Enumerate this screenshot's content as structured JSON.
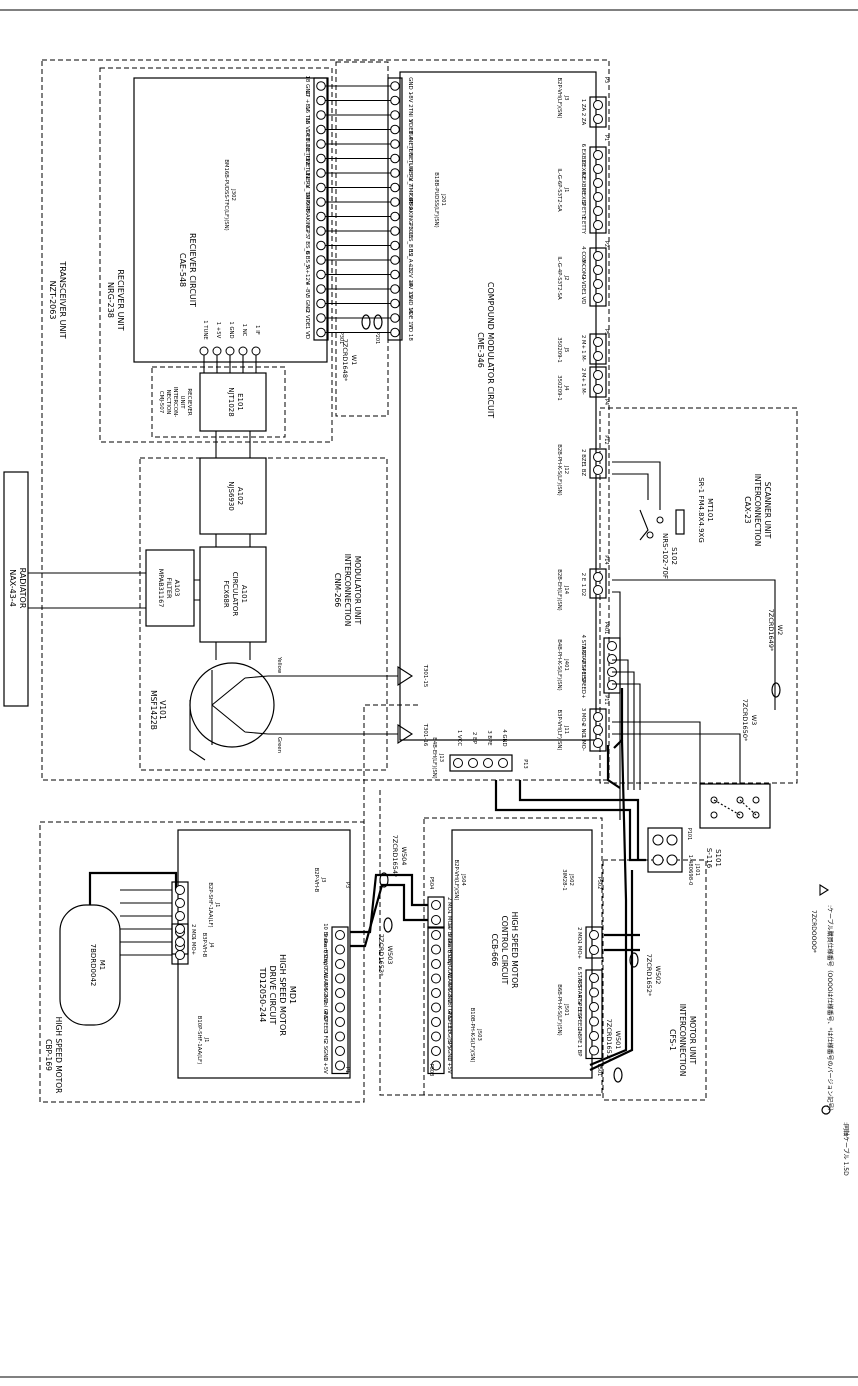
{
  "units": {
    "transceiver": [
      "TRANSCEIVER UNIT",
      "NZT-2063"
    ],
    "receiver_unit": [
      "RECIEVER UNIT",
      "NRG-238"
    ],
    "receiver_circuit": [
      "RECIEVER CIRCUIT",
      "CAE-548"
    ],
    "receiver_interconn": [
      "RECIEVER",
      "UNIT",
      "INTERCON-",
      "NECTION",
      "CMJ-507"
    ],
    "modulator_unit": [
      "MODULATOR UNIT",
      "INTERCONNECTION",
      "CNM-266"
    ],
    "compound_modulator": [
      "COMPOUND MODULATOR CIRCUIT",
      "CME-346"
    ],
    "scanner_unit": [
      "SCANNER UNIT",
      "INTERCONNECTION",
      "CAX-23"
    ],
    "high_speed_motor": [
      "HIGH SPEED MOTOR",
      "CBP-169"
    ],
    "md1": [
      "MD1",
      "HIGH SPEED MOTOR",
      "DRIVE CIRCUIT",
      "TD12050-244"
    ],
    "control_circuit": [
      "HIGH SPEED MOTOR",
      "CONTROL CIRCUIT",
      "CCB-666"
    ],
    "motor_unit": [
      "MOTOR UNIT",
      "INTERCONNECTION",
      "CFS-1"
    ],
    "radiator": [
      "RADIATOR",
      "NAX-43-4"
    ]
  },
  "components": {
    "e101": [
      "E101",
      "NJT1028"
    ],
    "a102": [
      "A102",
      "NJS6930"
    ],
    "a101": [
      "A101",
      "CIRCULATOR",
      "FCX68R"
    ],
    "a103": [
      "A103",
      "FILTER",
      "MPAB31167"
    ],
    "v101": [
      "V101",
      "MSF1422B"
    ],
    "t301": "T301-15",
    "t302": "T301-16",
    "yellow": "Yellow",
    "green": "Green",
    "mt101": [
      "MT101",
      "SR-1 FM4.8X4.9XG"
    ],
    "s102": [
      "S102",
      "NRS-102-70F"
    ],
    "s101": [
      "S101",
      "S-116"
    ],
    "m1": [
      "M1",
      "7BDRD0042"
    ]
  },
  "wires": {
    "w1": [
      "W1",
      "7ZCRD1648*"
    ],
    "w2": [
      "W2",
      "7ZCRD1649*"
    ],
    "w3": [
      "W3",
      "7ZCRD1650*"
    ],
    "w501": [
      "W501",
      "7ZCRD1651*"
    ],
    "w502": [
      "W502",
      "7ZCRD1652*"
    ],
    "w503": [
      "W503",
      "7ZCRD1653*"
    ],
    "w504": [
      "W504",
      "7ZCRD1654*"
    ]
  },
  "connectors": {
    "j302": [
      "J302",
      "BM16B-PUDSS-TFC(LF)(SN)"
    ],
    "j201": [
      "J201",
      "B18B-PUDSS(LF)(SN)"
    ],
    "j3": [
      "J3",
      "B2P-VH(LF)(SN)"
    ],
    "j1": [
      "J1",
      "IL-G-6P-S3T2-SA"
    ],
    "j2": [
      "J2",
      "IL-G-4P-S3T2-SA"
    ],
    "j5": [
      "J5",
      "350209-1"
    ],
    "j4": [
      "J4",
      "350209-1"
    ],
    "j12": [
      "J12",
      "B2B-PH-K-S(LF)(SN)"
    ],
    "j14": [
      "J14",
      "B2B-EH(LF)(SN)"
    ],
    "j401": [
      "J401",
      "B4B-PH-K-S(LF)(SN)"
    ],
    "j11": [
      "J11",
      "B3P-VH(LF)(SN)"
    ],
    "j13": [
      "J13",
      "B4B-EH(LF)(SN)"
    ],
    "j101": [
      "J101",
      "1-480698-0"
    ],
    "md_j1": [
      "J1",
      "B2P-SHF-1AA(LF)"
    ],
    "md_j4": [
      "J4",
      "B3P-VH-B"
    ],
    "md_j3": [
      "J3",
      "B2P-VH-B"
    ],
    "md_jm": [
      "J1",
      "B10P-SHF-1AA(LF)"
    ],
    "j504": [
      "J504",
      "B2P-VH(LF)(SN)"
    ],
    "j502": [
      "J502",
      "3IM28-1"
    ],
    "j503": [
      "J503",
      "B10B-PH-K-S(LF)(SN)"
    ],
    "j501": [
      "J501",
      "B6B-PH-K-S(LF)(SN)"
    ]
  },
  "plugs": {
    "p3": "P3",
    "p1": "P1",
    "p2": "P2",
    "p5": "P5",
    "p4": "P4",
    "p12": "P12",
    "p14": "P14",
    "p401": "P401",
    "p11": "P11",
    "p13": "P13",
    "p101": "P101",
    "p301": "P301",
    "p201": "P201",
    "md_p3": "P3",
    "md_p1": "P1",
    "p504": "P504",
    "p502": "P502",
    "p503": "P503",
    "p501": "P501"
  },
  "pins": {
    "j302_left": [
      "1 TUNE",
      "1 +5V",
      "1 GND",
      "1 NC",
      "1 IF"
    ],
    "receiver_right": [
      "18 GND",
      "17 +8V",
      "16 TNI",
      "15 VDEB",
      "14 TUNE_F",
      "13 TUNE_L",
      "12 TUNE_V",
      "11 RX_TMP",
      "10 OPE",
      "9 PRAKING",
      "8 P3",
      "7 BS_B",
      "6 BS_A",
      "5 +12V",
      "4 -8V",
      "3 GND",
      "2 VDE",
      "1 VD"
    ],
    "j201_left": [
      "GND 1",
      "-8V 2",
      "TNI 3",
      "VDEB 4",
      "TUNE_F 5",
      "TUNE_L 6",
      "TUNE_V 7",
      "RX_TMP 8",
      "OPE 9",
      "PRAKING 10",
      "P3 11",
      "BS_B 12",
      "BS_A 13",
      "+12V 14",
      "-8V 15",
      "GND 16",
      "VDE 17",
      "VD 18"
    ],
    "j3": [
      "1 ZA",
      "2 ZA"
    ],
    "j1": [
      "6 EXBZE",
      "5 EXBZ",
      "4 EXBPE",
      "3 EXBP",
      "2 ETYE",
      "1 ETTY"
    ],
    "j2": [
      "4 COM-",
      "3 COM+",
      "2 VDE",
      "1 VD"
    ],
    "j5": [
      "2 M+",
      "1 M-"
    ],
    "j4": [
      "2 M+",
      "1 M-"
    ],
    "j12": [
      "2 BZE",
      "1 BZ"
    ],
    "j14": [
      "2 E",
      "1 D2"
    ],
    "j401": [
      "4 START-",
      "3 START+",
      "2 SPEED-",
      "1 SPEED+"
    ],
    "j11": [
      "3 MO+",
      "2 NO",
      "1 MO-"
    ],
    "j13": [
      "1 VCC",
      "2 BP",
      "3 BPE",
      "4 GND"
    ],
    "md_j3": [
      "2 MO-",
      "1 MO+"
    ],
    "md_jm": [
      "10 Brake",
      "9 Start/Stop",
      "8 CW/CCW",
      "7 ALARM",
      "6 SGND",
      "5 Vol GND",
      "4 SPEED",
      "3 FG",
      "2 SGND",
      "1 +5V"
    ],
    "j504": [
      "2 MO-",
      "1 MO+"
    ],
    "j503": [
      "10 Brake",
      "9 Start/Stop",
      "8 CW/CCW",
      "7 ALARM",
      "6 SGND",
      "5 Vol GND",
      "4 SPEED",
      "3 FG(BP)",
      "2 SGND",
      "1 +5V"
    ],
    "j502": [
      "2 MO-",
      "1 MO+"
    ],
    "j501": [
      "6 START-",
      "5 START+",
      "4 SPEED-",
      "3 SPEED+",
      "2 BPE",
      "1 BP"
    ]
  },
  "legend": {
    "symbol": "7ZCRDOOOO*",
    "note": ":ケーブル購買仕様番号（OOOOは仕様番号、*は仕様番号のバージョン記号）",
    "coax": ":同軸ケーブル 1.5D"
  }
}
